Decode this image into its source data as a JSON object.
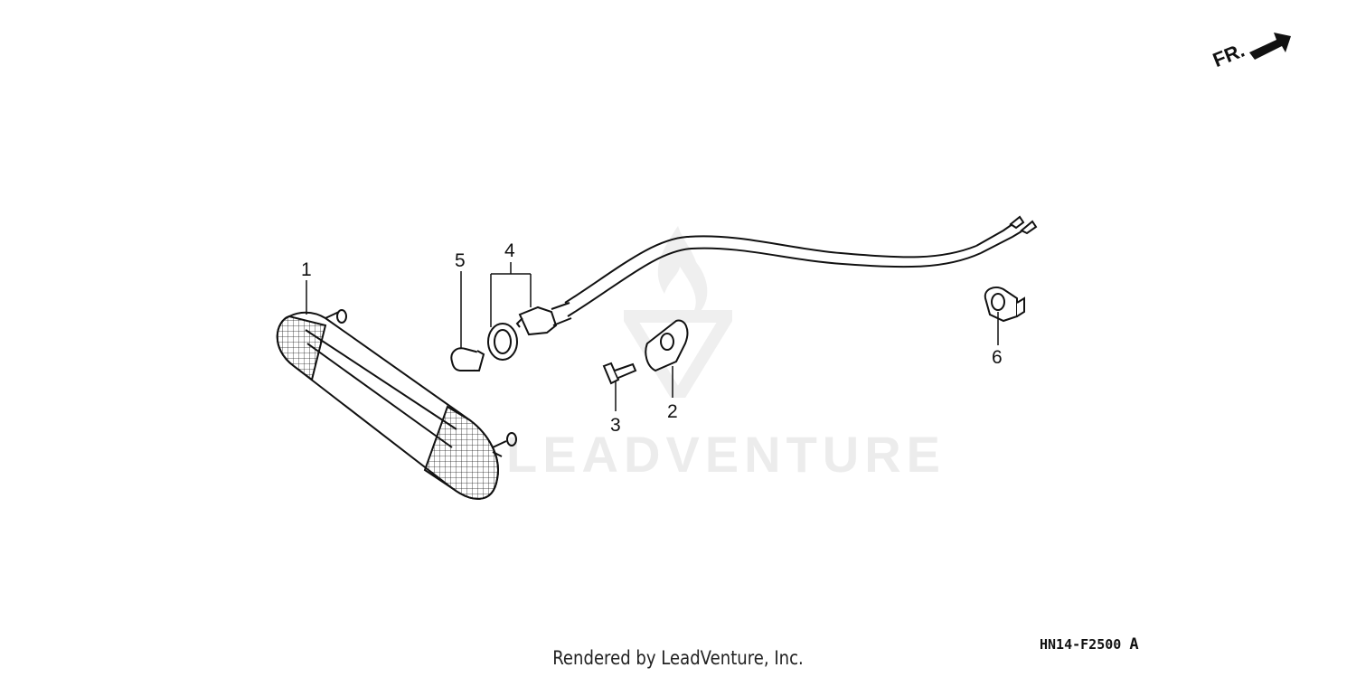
{
  "diagram": {
    "direction_label": "FR.",
    "diagram_code": "HN14-F2500",
    "diagram_code_suffix": "A",
    "callouts": [
      {
        "id": "1",
        "label": "1"
      },
      {
        "id": "2",
        "label": "2"
      },
      {
        "id": "3",
        "label": "3"
      },
      {
        "id": "4",
        "label": "4"
      },
      {
        "id": "5",
        "label": "5"
      },
      {
        "id": "6",
        "label": "6"
      }
    ]
  },
  "watermark": {
    "text": "LEADVENTURE"
  },
  "footer": {
    "text": "Rendered by LeadVenture, Inc."
  },
  "colors": {
    "line": "#111111",
    "watermark": "#ececec"
  }
}
